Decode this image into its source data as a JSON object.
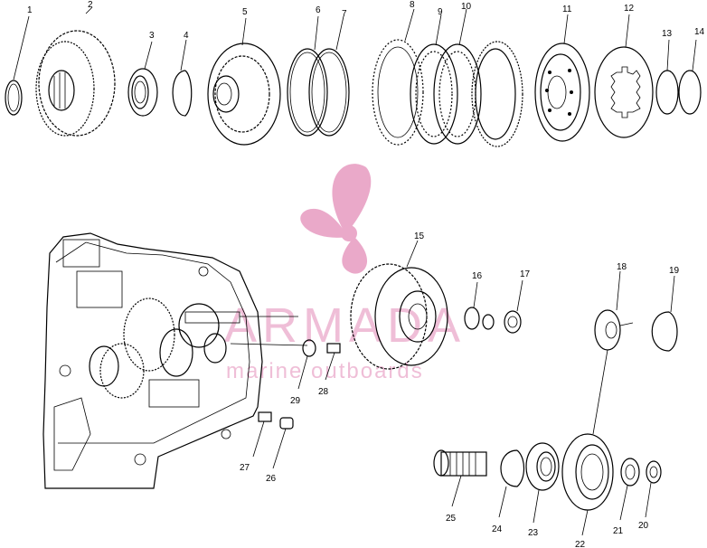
{
  "watermark": {
    "brand": "ARMADA",
    "tagline": "marine outboards",
    "color": "#e8a0c4"
  },
  "callouts": [
    "1",
    "2",
    "3",
    "4",
    "5",
    "6",
    "7",
    "8",
    "9",
    "10",
    "11",
    "12",
    "13",
    "14",
    "15",
    "16",
    "17",
    "18",
    "19",
    "20",
    "21",
    "22",
    "23",
    "24",
    "25",
    "26",
    "27",
    "28",
    "29"
  ],
  "parts": [
    {
      "id": "1",
      "icon": "snap-ring-icon"
    },
    {
      "id": "2",
      "icon": "ring-gear-icon"
    },
    {
      "id": "3",
      "icon": "bearing-icon"
    },
    {
      "id": "4",
      "icon": "snap-ring-icon"
    },
    {
      "id": "5",
      "icon": "clutch-hub-icon"
    },
    {
      "id": "6",
      "icon": "o-ring-icon"
    },
    {
      "id": "7",
      "icon": "o-ring-icon"
    },
    {
      "id": "8",
      "icon": "clutch-plate-icon"
    },
    {
      "id": "9",
      "icon": "friction-plate-icon"
    },
    {
      "id": "10",
      "icon": "friction-plate-icon"
    },
    {
      "id": "11",
      "icon": "piston-icon"
    },
    {
      "id": "12",
      "icon": "spring-plate-icon"
    },
    {
      "id": "13",
      "icon": "snap-ring-icon"
    },
    {
      "id": "14",
      "icon": "snap-ring-icon"
    },
    {
      "id": "15",
      "icon": "driven-gear-icon"
    },
    {
      "id": "16",
      "icon": "washer-icon"
    },
    {
      "id": "17",
      "icon": "nut-icon"
    },
    {
      "id": "18",
      "icon": "flange-icon"
    },
    {
      "id": "19",
      "icon": "snap-ring-icon"
    },
    {
      "id": "20",
      "icon": "washer-icon"
    },
    {
      "id": "21",
      "icon": "washer-icon"
    },
    {
      "id": "22",
      "icon": "housing-icon"
    },
    {
      "id": "23",
      "icon": "bearing-icon"
    },
    {
      "id": "24",
      "icon": "snap-ring-icon"
    },
    {
      "id": "25",
      "icon": "shaft-icon"
    },
    {
      "id": "26",
      "icon": "dowel-pin-icon"
    },
    {
      "id": "27",
      "icon": "bolt-icon"
    },
    {
      "id": "28",
      "icon": "bolt-icon"
    },
    {
      "id": "29",
      "icon": "washer-icon"
    }
  ]
}
